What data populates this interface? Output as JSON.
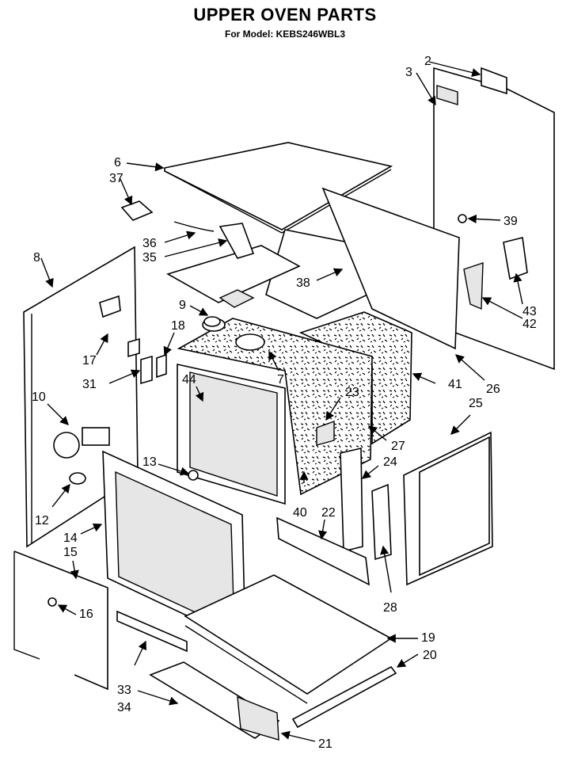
{
  "header": {
    "title": "UPPER OVEN PARTS",
    "subtitle": "For Model: KEBS246WBL3"
  },
  "parts": [
    {
      "id": "p2",
      "label": "2"
    },
    {
      "id": "p3",
      "label": "3"
    },
    {
      "id": "p6",
      "label": "6"
    },
    {
      "id": "p37",
      "label": "37"
    },
    {
      "id": "p39",
      "label": "39"
    },
    {
      "id": "p8",
      "label": "8"
    },
    {
      "id": "p36",
      "label": "36"
    },
    {
      "id": "p35",
      "label": "35"
    },
    {
      "id": "p38",
      "label": "38"
    },
    {
      "id": "p43",
      "label": "43"
    },
    {
      "id": "p42",
      "label": "42"
    },
    {
      "id": "p9",
      "label": "9"
    },
    {
      "id": "p18",
      "label": "18"
    },
    {
      "id": "p17",
      "label": "17"
    },
    {
      "id": "p7",
      "label": "7"
    },
    {
      "id": "p26",
      "label": "26"
    },
    {
      "id": "p31",
      "label": "31"
    },
    {
      "id": "p44",
      "label": "44"
    },
    {
      "id": "p23",
      "label": "23"
    },
    {
      "id": "p41",
      "label": "41"
    },
    {
      "id": "p10",
      "label": "10"
    },
    {
      "id": "p25",
      "label": "25"
    },
    {
      "id": "p27",
      "label": "27"
    },
    {
      "id": "p24",
      "label": "24"
    },
    {
      "id": "p13",
      "label": "13"
    },
    {
      "id": "p12",
      "label": "12"
    },
    {
      "id": "p40",
      "label": "40"
    },
    {
      "id": "p22",
      "label": "22"
    },
    {
      "id": "p14",
      "label": "14"
    },
    {
      "id": "p15",
      "label": "15"
    },
    {
      "id": "p16",
      "label": "16"
    },
    {
      "id": "p28",
      "label": "28"
    },
    {
      "id": "p19",
      "label": "19"
    },
    {
      "id": "p20",
      "label": "20"
    },
    {
      "id": "p33",
      "label": "33"
    },
    {
      "id": "p34",
      "label": "34"
    },
    {
      "id": "p21",
      "label": "21"
    }
  ]
}
